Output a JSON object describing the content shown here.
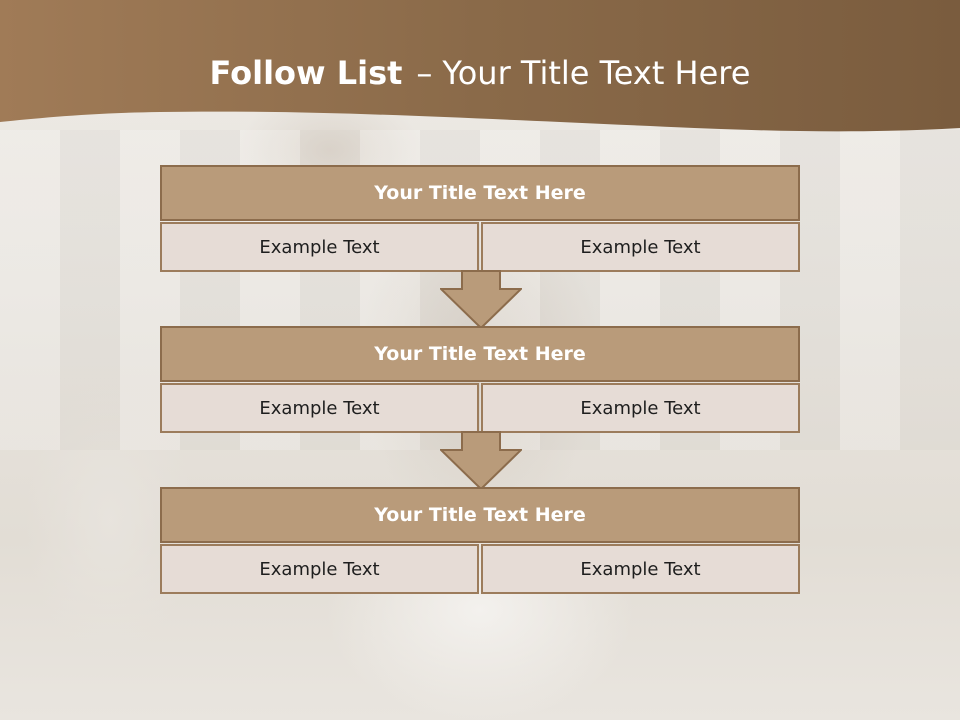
{
  "slide": {
    "title_bold": "Follow List",
    "title_sep": "–",
    "title_rest": "Your Title Text Here"
  },
  "colors": {
    "header": "#8c6b4a",
    "block_head": "#b99b7a",
    "block_border": "#8c6c4c",
    "cell_bg": "#e6dcd6",
    "arrow_fill": "#b99b7a"
  },
  "blocks": [
    {
      "title": "Your Title Text Here",
      "left": "Example Text",
      "right": "Example Text"
    },
    {
      "title": "Your Title Text Here",
      "left": "Example Text",
      "right": "Example Text"
    },
    {
      "title": "Your Title Text Here",
      "left": "Example Text",
      "right": "Example Text"
    }
  ],
  "icons": {
    "arrow": "down-arrow-icon"
  }
}
